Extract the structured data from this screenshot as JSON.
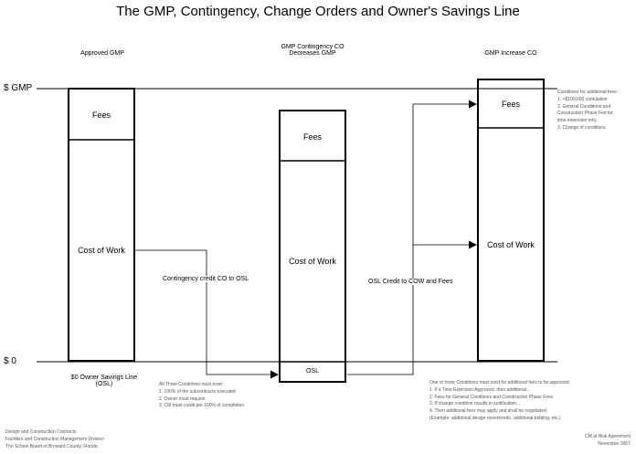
{
  "title": "The GMP, Contingency, Change Orders and Owner's Savings Line",
  "axis": {
    "top_label": "$ GMP",
    "bottom_label": "$ 0"
  },
  "columns": {
    "approved": {
      "header": "Approved GMP",
      "fees": "Fees",
      "cost_of_work": "Cost of Work"
    },
    "decrease": {
      "header_line1": "GMP Contingency CO",
      "header_line2": "Decreases GMP",
      "fees": "Fees",
      "cost_of_work": "Cost of Work",
      "osl": "OSL"
    },
    "increase": {
      "header": "GMP Increase CO",
      "fees": "Fees",
      "cost_of_work": "Cost of Work"
    }
  },
  "osl_label_line1": "$0 Owner Savings Line",
  "osl_label_line2": "(OSL)",
  "arrow_labels": {
    "contingency": "Contingency credit CO  to OSL",
    "osl_credit": "OSL Credit to COW and Fees"
  },
  "notes": {
    "right_top": [
      "Conditions for additional fees:",
      "1. >$100,000 cumulative",
      "2. General Conditions and",
      "   Construction Phase Fee for",
      "   time extension only",
      "3. Change of conditions"
    ],
    "middle_bottom": [
      "All Three Conditions must exist:",
      "1. 100% of the subcontracts executed",
      "2. Owner must request",
      "3. CM must credit per 100% of completion"
    ],
    "right_bottom": [
      "One or more Conditions must exist for additional fees to be approved:",
      "1. If a Time Extension Approved, then additional...",
      "2. Fees for General Conditions and Construction Phase Fees",
      "3. If change condition results in justification...",
      "4. Then additional fees may apply and shall be negotiated",
      "   (Example: additional design rework/redo, additional bidding, etc.)"
    ],
    "footer_left": [
      "Design and Construction Contracts",
      "Facilities and Construction Management Division",
      "The School Board of Broward County, Florida"
    ],
    "footer_right": [
      "CM at Risk Agreement",
      "November 2007"
    ]
  }
}
